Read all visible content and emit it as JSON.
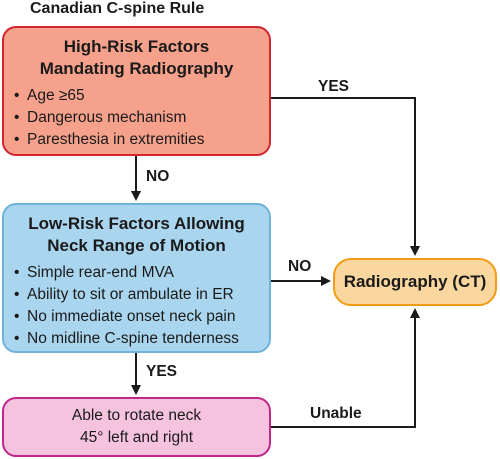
{
  "title": "Canadian C-spine Rule",
  "high_risk": {
    "heading_line1": "High-Risk Factors",
    "heading_line2": "Mandating Radiography",
    "items": [
      "Age ≥65",
      "Dangerous mechanism",
      "Paresthesia in extremities"
    ]
  },
  "low_risk": {
    "heading_line1": "Low-Risk Factors Allowing",
    "heading_line2": "Neck Range of Motion",
    "items": [
      "Simple rear-end MVA",
      "Ability to sit or ambulate in ER",
      "No immediate onset neck pain",
      "No midline C-spine tenderness"
    ]
  },
  "radiography": {
    "label": "Radiography (CT)"
  },
  "rotate": {
    "line1": "Able to rotate neck",
    "line2": "45° left and right"
  },
  "edges": {
    "high_to_rad": "YES",
    "high_to_low": "NO",
    "low_to_rad": "NO",
    "low_to_rotate": "YES",
    "rotate_to_rad": "Unable"
  }
}
